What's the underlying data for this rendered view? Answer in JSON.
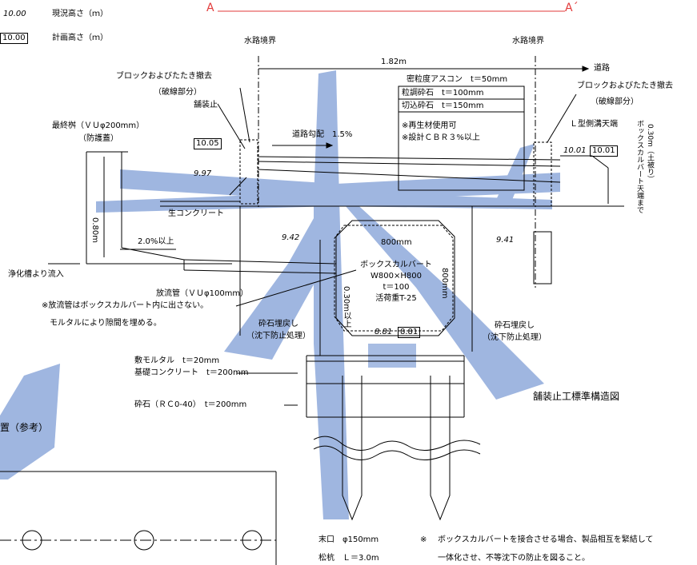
{
  "legend": {
    "current_value": "10.00",
    "current_label": "現況高さ（ｍ）",
    "plan_value": "10.00",
    "plan_label": "計画高さ（ｍ）"
  },
  "section": {
    "a": "A",
    "a_prime": "A´"
  },
  "boundary_left": "水路境界",
  "boundary_right": "水路境界",
  "width": "1.82m",
  "road": "道路",
  "block_left": "ブロックおよびたたき撤去",
  "block_left_sub": "（破線部分）",
  "block_right": "ブロックおよびたたき撤去",
  "block_right_sub": "（破線部分）",
  "pave_stop": "舗装止",
  "pavement": [
    "密粒度アスコン　t＝50mm",
    "粒調砕石　t＝100mm",
    "切込砕石　t＝150mm"
  ],
  "notes_mid": [
    "※再生材使用可",
    "※設計ＣＢＲ３%以上"
  ],
  "l_gutter": "Ｌ型側溝天端",
  "final_basin": "最終桝（ＶＵφ200mm）",
  "final_basin_sub": "（防護蓋）",
  "road_slope": "道路勾配　1.5%",
  "el_1005": "10.05",
  "el_997": "9.97",
  "el_1001": "10.01",
  "el_1001b": "10.01",
  "fresh_concrete": "生コンクリート",
  "height_080": "0.80m",
  "slope_2": "2.0%以上",
  "el_942": "9.42",
  "el_941": "9.41",
  "w800": "800mm",
  "h800": "800mm",
  "box_culvert": [
    "ボックスカルバート",
    "W800×H800",
    "t＝100",
    "活荷重T-25"
  ],
  "cover": "0.30m以上",
  "el_881": "8.81",
  "el_881b": "8.81",
  "inflow": "浄化槽より流入",
  "discharge": "放流管（ＶＵφ100mm）",
  "discharge_note": [
    "※放流管はボックスカルバート内に出さない。",
    "モルタルにより隙間を埋める。"
  ],
  "backfill_left": [
    "砕石埋戻し",
    "（沈下防止処理）"
  ],
  "backfill_right": [
    "砕石埋戻し",
    "（沈下防止処理）"
  ],
  "vertical_note": "ボックスカルバート天端まで",
  "vertical_note2": "0.30m（土被り）",
  "mortar": "敷モルタル　t＝20mm",
  "base_concrete": "基礎コンクリート　t＝200mm",
  "crushed": "砕石（ＲＣ0-40）　t＝200mm",
  "drawing_title": "舗装止工標準構造図",
  "pile_end": "末口　φ150mm",
  "pile_len": "松杭　Ｌ＝3.0m",
  "note_mark": "※",
  "note_lines": [
    "ボックスカルバートを接合させる場合、製品相互を緊結して",
    "一体化させ、不等沈下の防止を図ること。"
  ],
  "left_frag": "置（参考）",
  "colors": {
    "watermark": "#9fb6e0",
    "red": "#e23a3a"
  }
}
